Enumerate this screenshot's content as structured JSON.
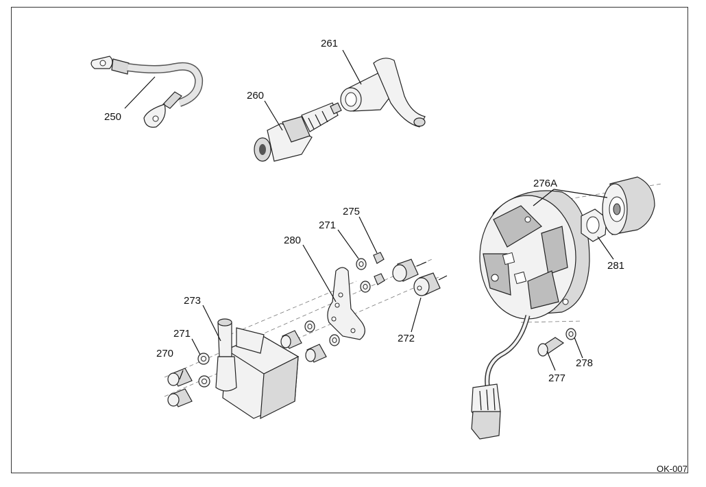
{
  "diagram_code": "OK-007",
  "labels": {
    "p250": "250",
    "p260": "260",
    "p261": "261",
    "p270": "270",
    "p271a": "271",
    "p271b": "271",
    "p272": "272",
    "p273": "273",
    "p275": "275",
    "p276A": "276A",
    "p277": "277",
    "p278": "278",
    "p280": "280",
    "p281": "281"
  }
}
